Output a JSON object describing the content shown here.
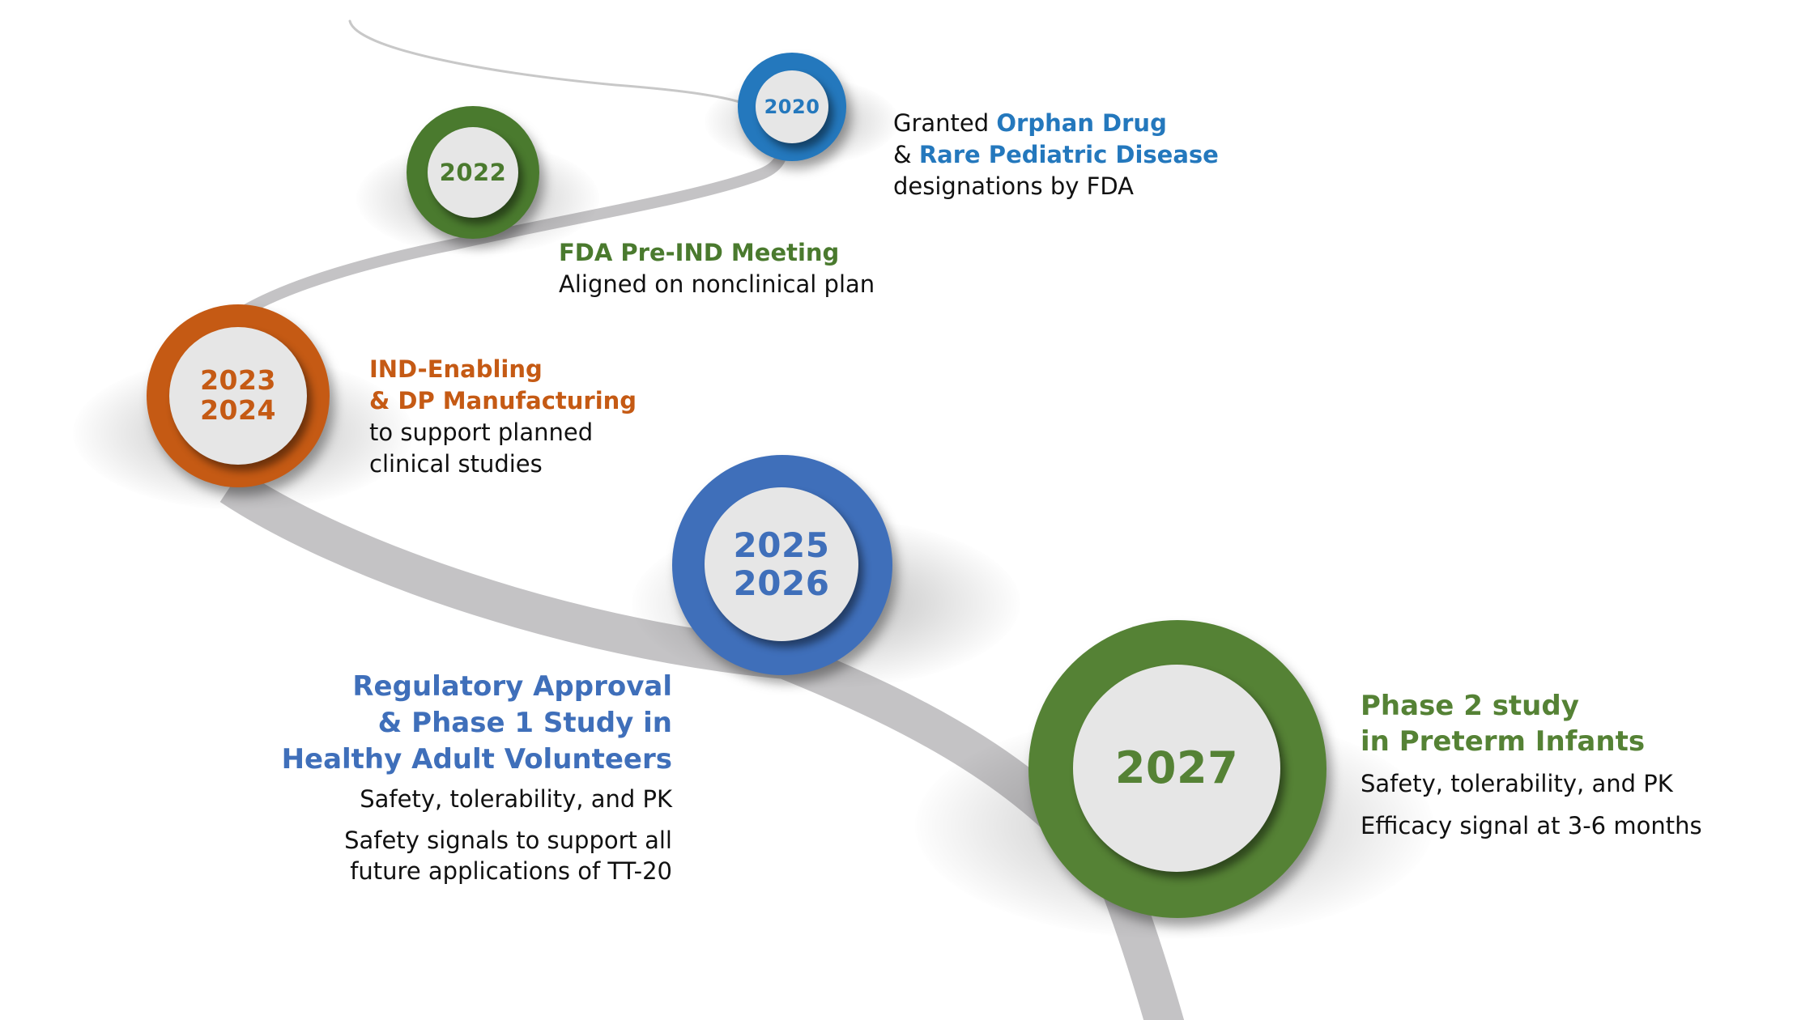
{
  "title": "Development timeline",
  "colors": {
    "road": "#c4c3c5",
    "inner_disc": "#e6e6e6",
    "body_text": "#111111"
  },
  "milestones": [
    {
      "id": "2020",
      "years": [
        "2020"
      ],
      "color": "#2478bd",
      "lines": [
        {
          "parts": [
            {
              "text": "Granted ",
              "bold": false
            },
            {
              "text": "Orphan Drug",
              "bold": true
            }
          ]
        },
        {
          "parts": [
            {
              "text": "& ",
              "bold": false
            },
            {
              "text": "Rare Pediatric Disease",
              "bold": true
            }
          ]
        },
        {
          "parts": [
            {
              "text": "designations by FDA",
              "bold": false
            }
          ]
        }
      ]
    },
    {
      "id": "2022",
      "years": [
        "2022"
      ],
      "color": "#4a7a2e",
      "heading": [
        "FDA Pre-IND Meeting"
      ],
      "details": [
        "Aligned on nonclinical plan"
      ]
    },
    {
      "id": "2023-2024",
      "years": [
        "2023",
        "2024"
      ],
      "color": "#c55a14",
      "heading": [
        "IND-Enabling",
        "& DP Manufacturing"
      ],
      "details": [
        "to support planned",
        "clinical studies"
      ]
    },
    {
      "id": "2025-2026",
      "years": [
        "2025",
        "2026"
      ],
      "color": "#3f6fba",
      "heading": [
        "Regulatory Approval",
        "& Phase 1 Study in",
        "Healthy Adult Volunteers"
      ],
      "details": [
        "Safety, tolerability, and PK"
      ],
      "details2": [
        "Safety signals to support all",
        "future applications of TT-20"
      ]
    },
    {
      "id": "2027",
      "years": [
        "2027"
      ],
      "color": "#558235",
      "heading": [
        "Phase 2 study",
        "in Preterm Infants"
      ],
      "details": [
        "Safety, tolerability, and PK"
      ],
      "details2": [
        "Efficacy signal at 3-6 months"
      ]
    }
  ]
}
